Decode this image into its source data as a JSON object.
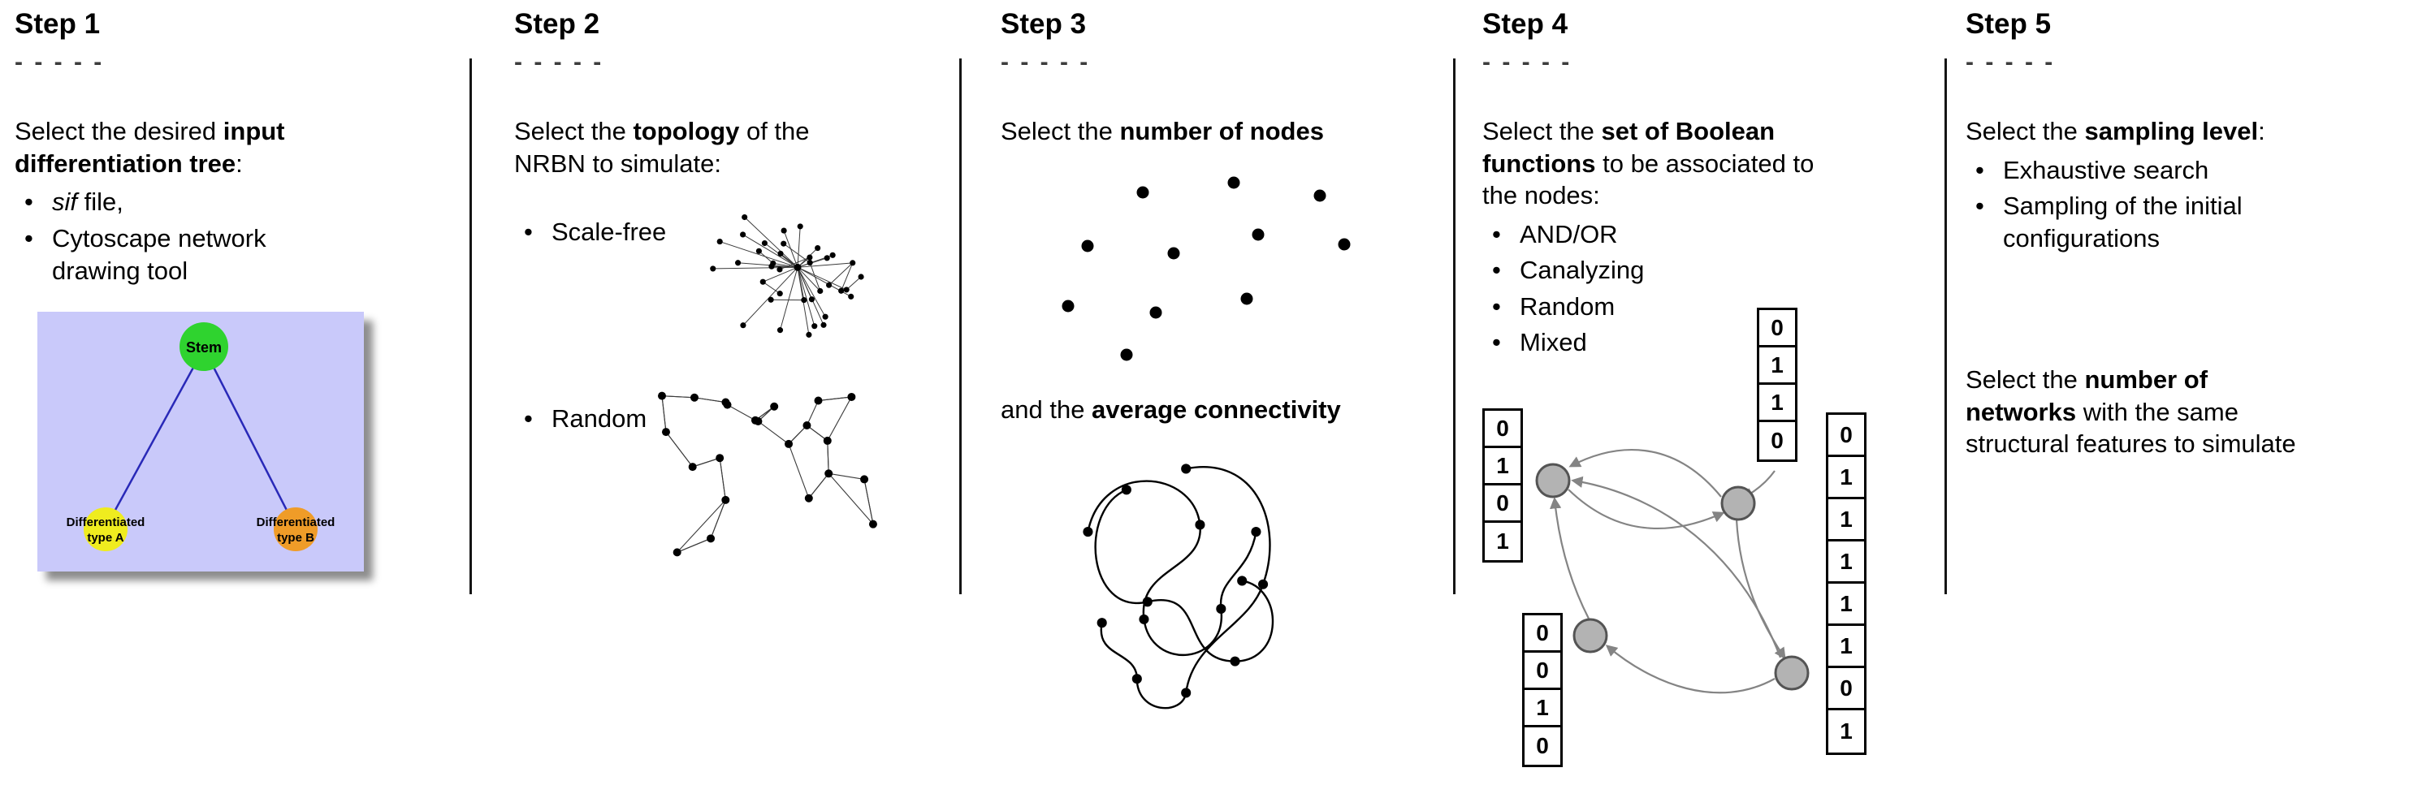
{
  "figure": {
    "divider_color": "#151515"
  },
  "steps": {
    "s1": {
      "title": "Step 1",
      "dashes": "- - - - -",
      "intro_pre": "Select the desired ",
      "intro_bold1": "input",
      "intro_bold2": "differentiation tree",
      "intro_post": ":",
      "bullet1_italic": "sif",
      "bullet1_rest": " file,",
      "bullet2": "Cytoscape network drawing tool",
      "tree": {
        "stem_label": "Stem",
        "type_a_line1": "Differentiated",
        "type_a_line2": "type A",
        "type_b_line1": "Differentiated",
        "type_b_line2": "type B",
        "colors": {
          "background": "#c9c9fa",
          "stem": "#2fd32f",
          "type_a": "#efec1f",
          "type_b": "#ef9c28",
          "edge": "#2929b8"
        }
      }
    },
    "s2": {
      "title": "Step 2",
      "dashes": "- - - - -",
      "intro_pre": "Select the ",
      "intro_bold": "topology",
      "intro_post1": " of the",
      "intro_post2": "NRBN to simulate:",
      "bullet1": "Scale-free",
      "bullet2": "Random"
    },
    "s3": {
      "title": "Step 3",
      "dashes": "- - - - -",
      "line1_pre": "Select the ",
      "line1_bold": "number of nodes",
      "line2_pre": "and the ",
      "line2_bold": "average connectivity"
    },
    "s4": {
      "title": "Step 4",
      "dashes": "- - - - -",
      "intro_pre": "Select the ",
      "intro_bold1": "set of Boolean",
      "intro_bold2": "functions",
      "intro_post1": " to be associated to",
      "intro_post2": "the nodes:",
      "bullets": [
        "AND/OR",
        "Canalyzing",
        "Random",
        "Mixed"
      ],
      "truth_tables": {
        "left": [
          "0",
          "1",
          "0",
          "1"
        ],
        "top": [
          "0",
          "1",
          "1",
          "0"
        ],
        "bottom_left": [
          "0",
          "0",
          "1",
          "0"
        ],
        "right": [
          "0",
          "1",
          "1",
          "1",
          "1",
          "1",
          "0",
          "1"
        ]
      }
    },
    "s5": {
      "title": "Step 5",
      "dashes": "- - - - -",
      "intro_pre": "Select the ",
      "intro_bold": "sampling level",
      "intro_post": ":",
      "bullet1": "Exhaustive search",
      "bullet2": "Sampling of the initial configurations",
      "second_pre": "Select the ",
      "second_bold1": "number of",
      "second_bold2": "networks",
      "second_post1": " with the same",
      "second_post2": "structural features to simulate"
    }
  }
}
